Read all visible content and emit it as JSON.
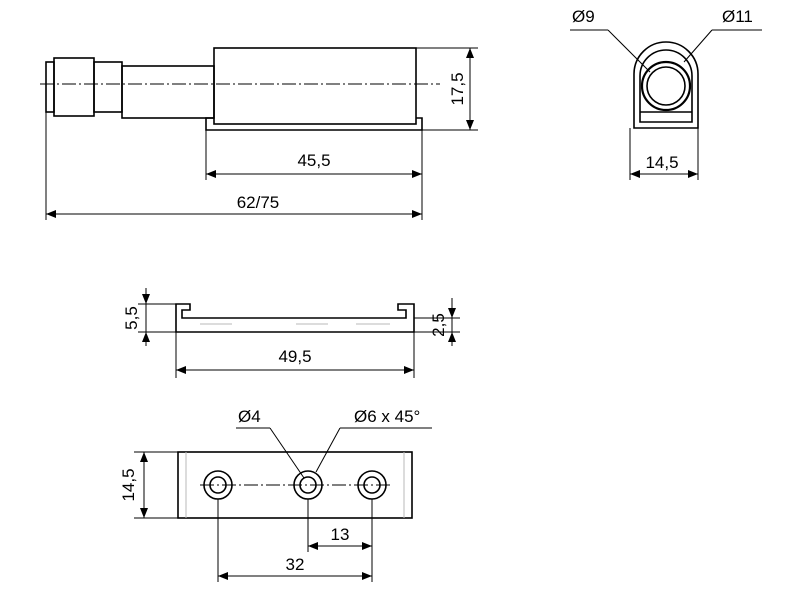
{
  "views": {
    "side": {
      "overall_length": "62/75",
      "base_length": "45,5",
      "height": "17,5"
    },
    "end": {
      "inner_diameter": "Ø9",
      "outer_diameter": "Ø11",
      "width": "14,5"
    },
    "rail": {
      "length": "49,5",
      "height_left": "5,5",
      "height_right": "2,5"
    },
    "plate": {
      "hole_diameter": "Ø4",
      "countersink": "Ø6 x 45°",
      "width": "14,5",
      "hole_spacing": "13",
      "outer_hole_spacing": "32"
    }
  }
}
